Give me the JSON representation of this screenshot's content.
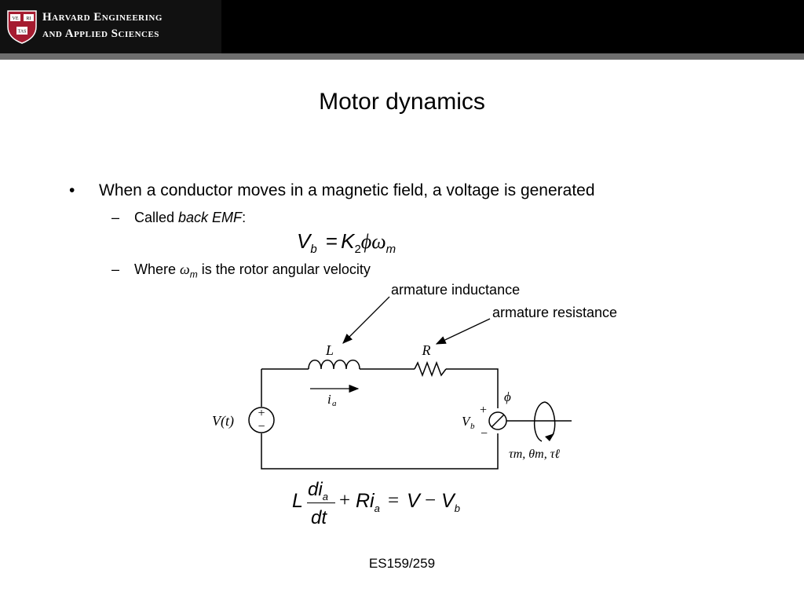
{
  "header": {
    "line1": "Harvard Engineering",
    "line2": "and Applied Sciences",
    "shield_text": [
      "VE",
      "RI",
      "TAS"
    ]
  },
  "slide": {
    "title": "Motor dynamics",
    "bullet1": "When a conductor moves in a magnetic field, a voltage is generated",
    "sub1_prefix": "Called ",
    "sub1_em": "back EMF",
    "sub1_suffix": ":",
    "eq1": {
      "V": "V",
      "b": "b",
      "eq": "=",
      "K": "K",
      "two": "2",
      "phi": "ϕ",
      "omega": "ω",
      "m": "m"
    },
    "sub2_prefix": "Where ",
    "sub2_omega": "ω",
    "sub2_m": "m",
    "sub2_suffix": " is the rotor angular velocity",
    "annot_inductance": "armature inductance",
    "annot_resistance": "armature resistance",
    "circuit": {
      "L": "L",
      "R": "R",
      "i": "i",
      "a": "a",
      "Vt": "V(t)",
      "V": "V",
      "b": "b",
      "phi": "ϕ",
      "plus": "+",
      "minus": "−",
      "tau_line": "τm, θm, τℓ"
    },
    "eq2": {
      "L": "L",
      "di": "di",
      "a1": "a",
      "dt": "dt",
      "plus": "+",
      "Ri": "Ri",
      "a2": "a",
      "eq": "=",
      "V": "V",
      "minus": "−",
      "Vb": "V",
      "b": "b"
    },
    "footer": "ES159/259"
  },
  "colors": {
    "header_bg": "#000000",
    "header_rule": "#6e6e6e",
    "shield_red": "#a51c30"
  }
}
